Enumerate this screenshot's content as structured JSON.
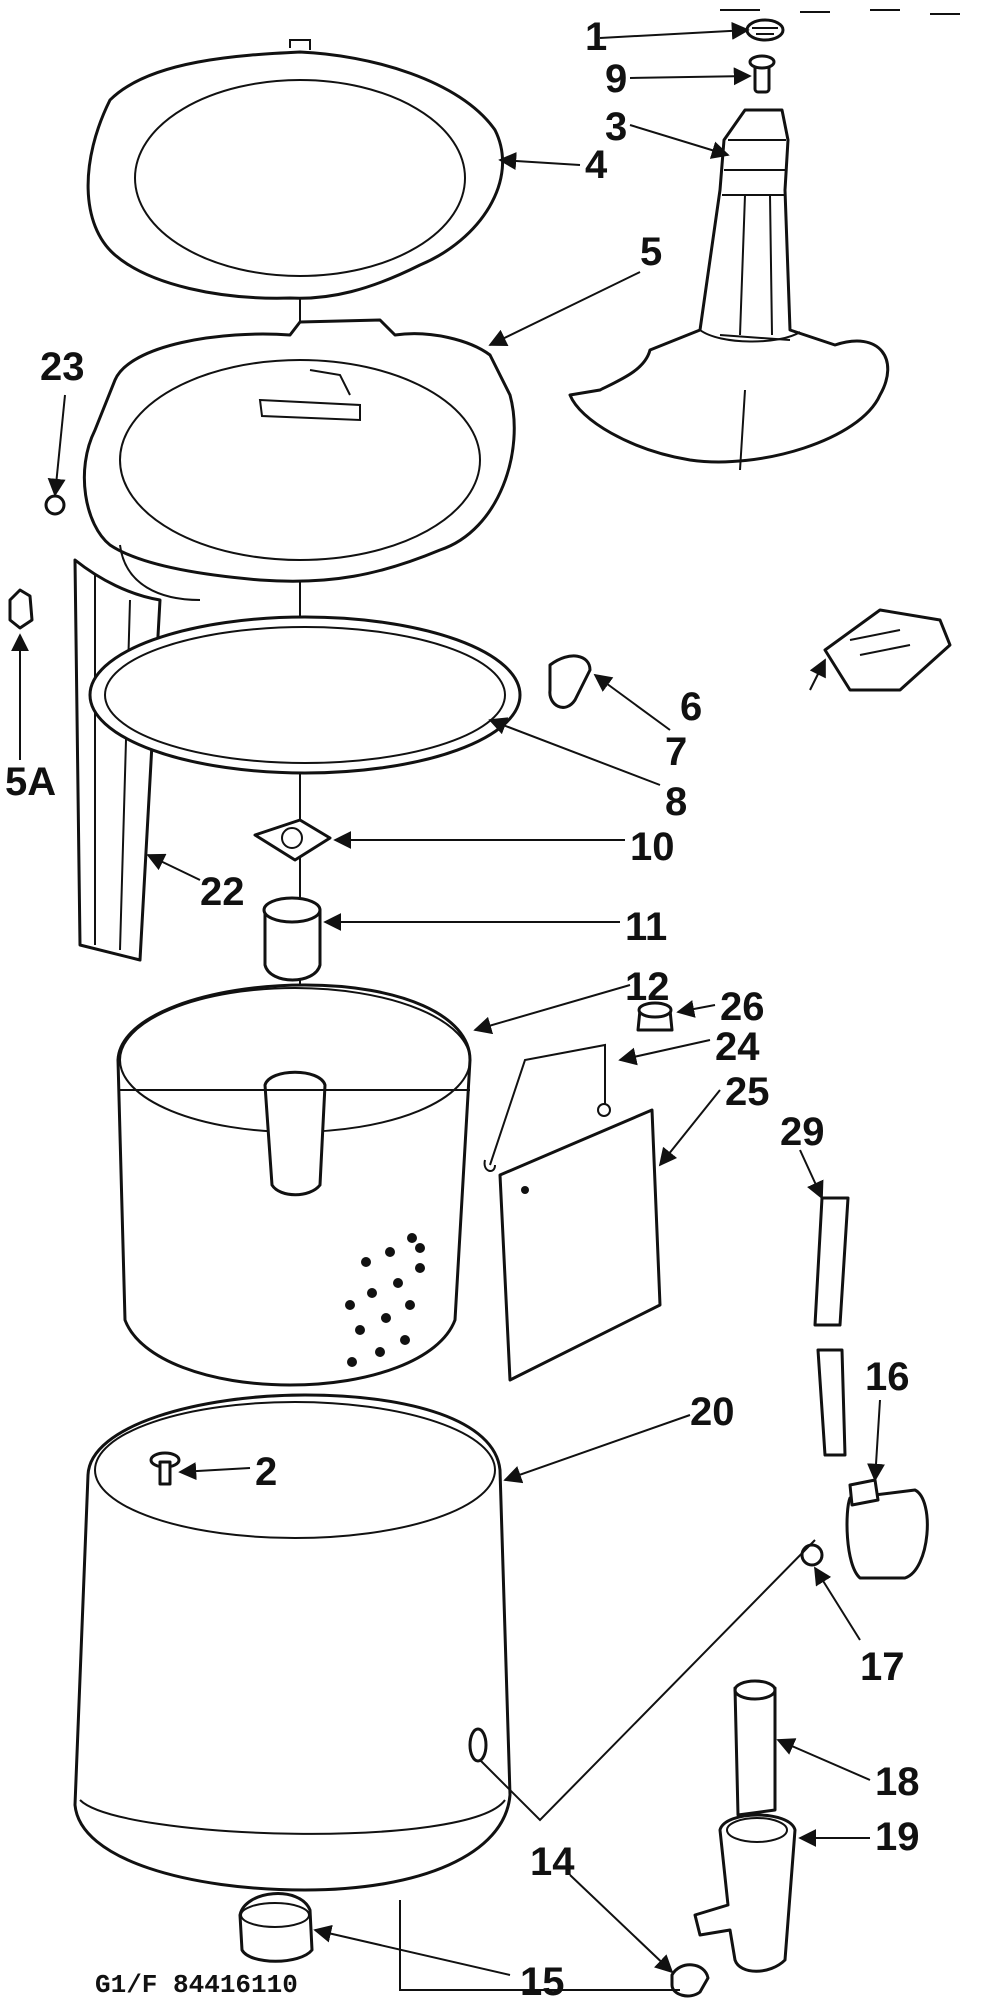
{
  "diagram": {
    "footer_code": "G1/F 84416110",
    "labels": {
      "p1": "1",
      "p9": "9",
      "p3": "3",
      "p4": "4",
      "p5": "5",
      "p23": "23",
      "p5a": "5A",
      "p6": "6",
      "p7": "7",
      "p8": "8",
      "p10": "10",
      "p22": "22",
      "p11": "11",
      "p12": "12",
      "p26": "26",
      "p24": "24",
      "p25": "25",
      "p29": "29",
      "p16": "16",
      "p20": "20",
      "p2": "2",
      "p17": "17",
      "p18": "18",
      "p19": "19",
      "p14": "14",
      "p15": "15"
    }
  }
}
